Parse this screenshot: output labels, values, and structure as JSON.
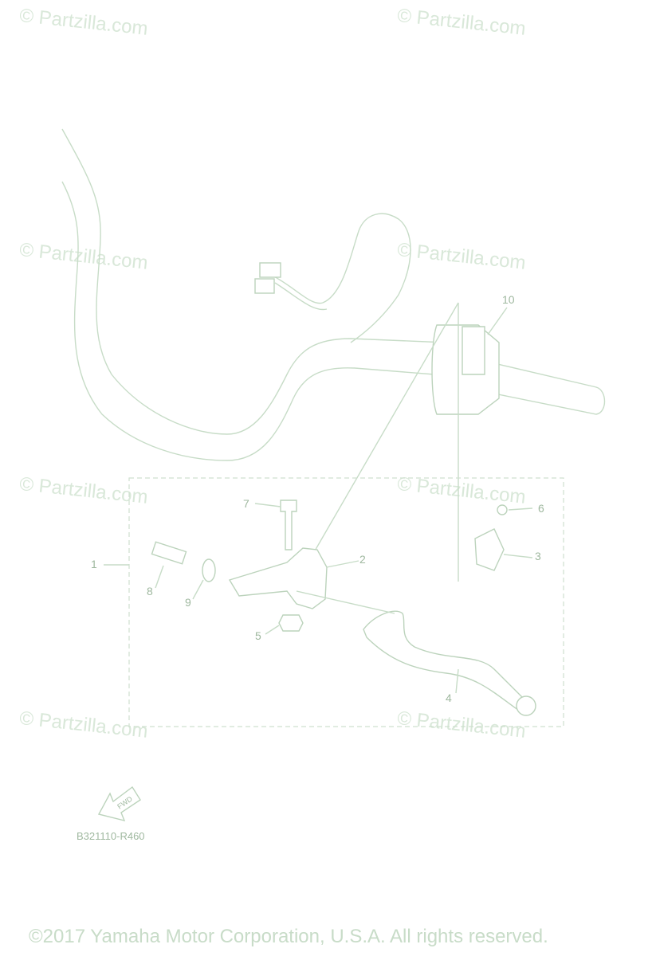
{
  "watermark": "© Partzilla.com",
  "callouts": [
    "1",
    "2",
    "3",
    "4",
    "5",
    "6",
    "7",
    "8",
    "9",
    "10"
  ],
  "diagram_code": "B321110-R460",
  "fwd_label": "FWD",
  "copyright": "©2017 Yamaha Motor Corporation, U.S.A. All rights reserved.",
  "colors": {
    "line": "#c7dcc7",
    "text": "#9fb89f"
  }
}
